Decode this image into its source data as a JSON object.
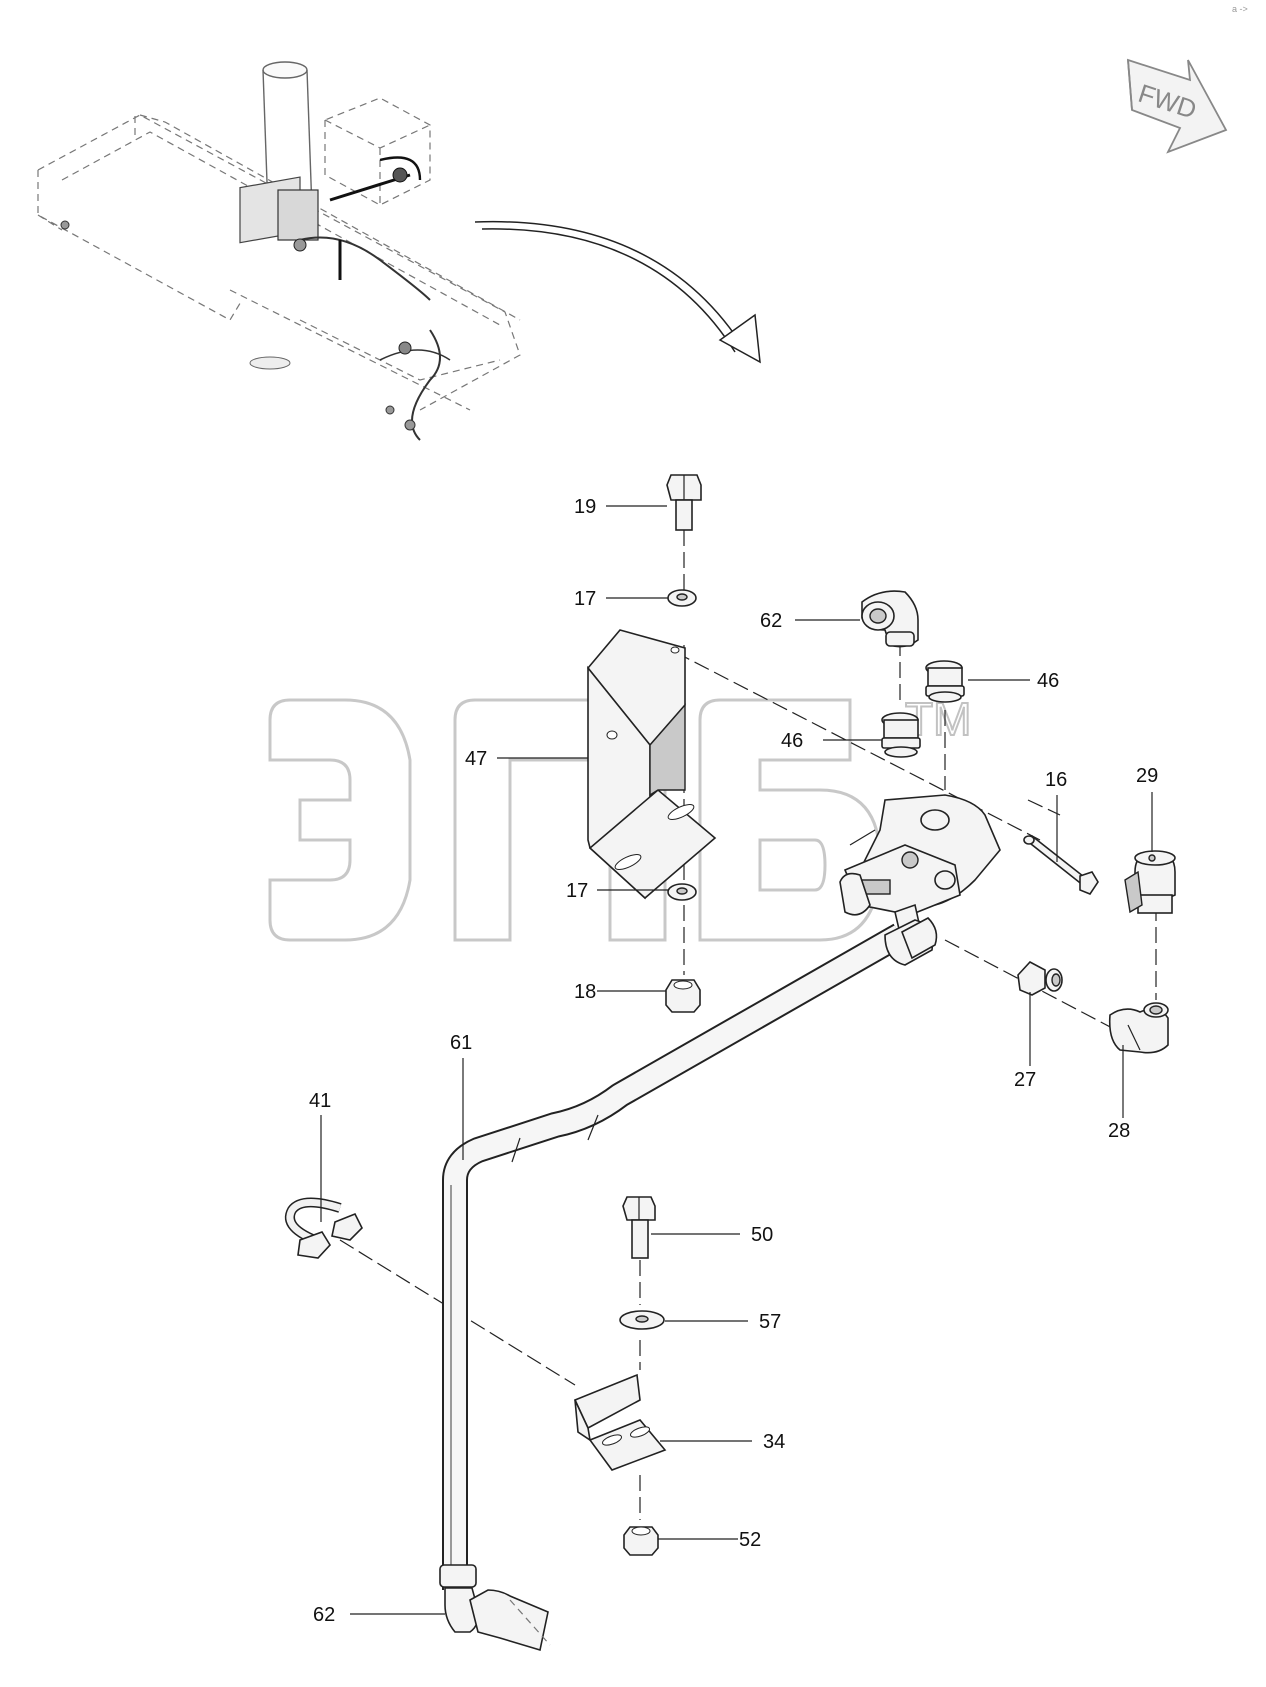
{
  "diagram": {
    "orientation_badge": {
      "text": "FWD",
      "icon": "forward-arrow-icon"
    },
    "corner_mark": "a ->",
    "watermark": {
      "text": "ЭПБ",
      "trademark": "TM"
    },
    "callouts": [
      {
        "id": "c19",
        "label": "19"
      },
      {
        "id": "c17a",
        "label": "17"
      },
      {
        "id": "c62a",
        "label": "62"
      },
      {
        "id": "c46a",
        "label": "46"
      },
      {
        "id": "c46b",
        "label": "46"
      },
      {
        "id": "c47",
        "label": "47"
      },
      {
        "id": "c16",
        "label": "16"
      },
      {
        "id": "c29",
        "label": "29"
      },
      {
        "id": "c17b",
        "label": "17"
      },
      {
        "id": "c18",
        "label": "18"
      },
      {
        "id": "c27",
        "label": "27"
      },
      {
        "id": "c61",
        "label": "61"
      },
      {
        "id": "c28",
        "label": "28"
      },
      {
        "id": "c41",
        "label": "41"
      },
      {
        "id": "c50",
        "label": "50"
      },
      {
        "id": "c57",
        "label": "57"
      },
      {
        "id": "c34",
        "label": "34"
      },
      {
        "id": "c52",
        "label": "52"
      },
      {
        "id": "c62b",
        "label": "62"
      }
    ]
  }
}
